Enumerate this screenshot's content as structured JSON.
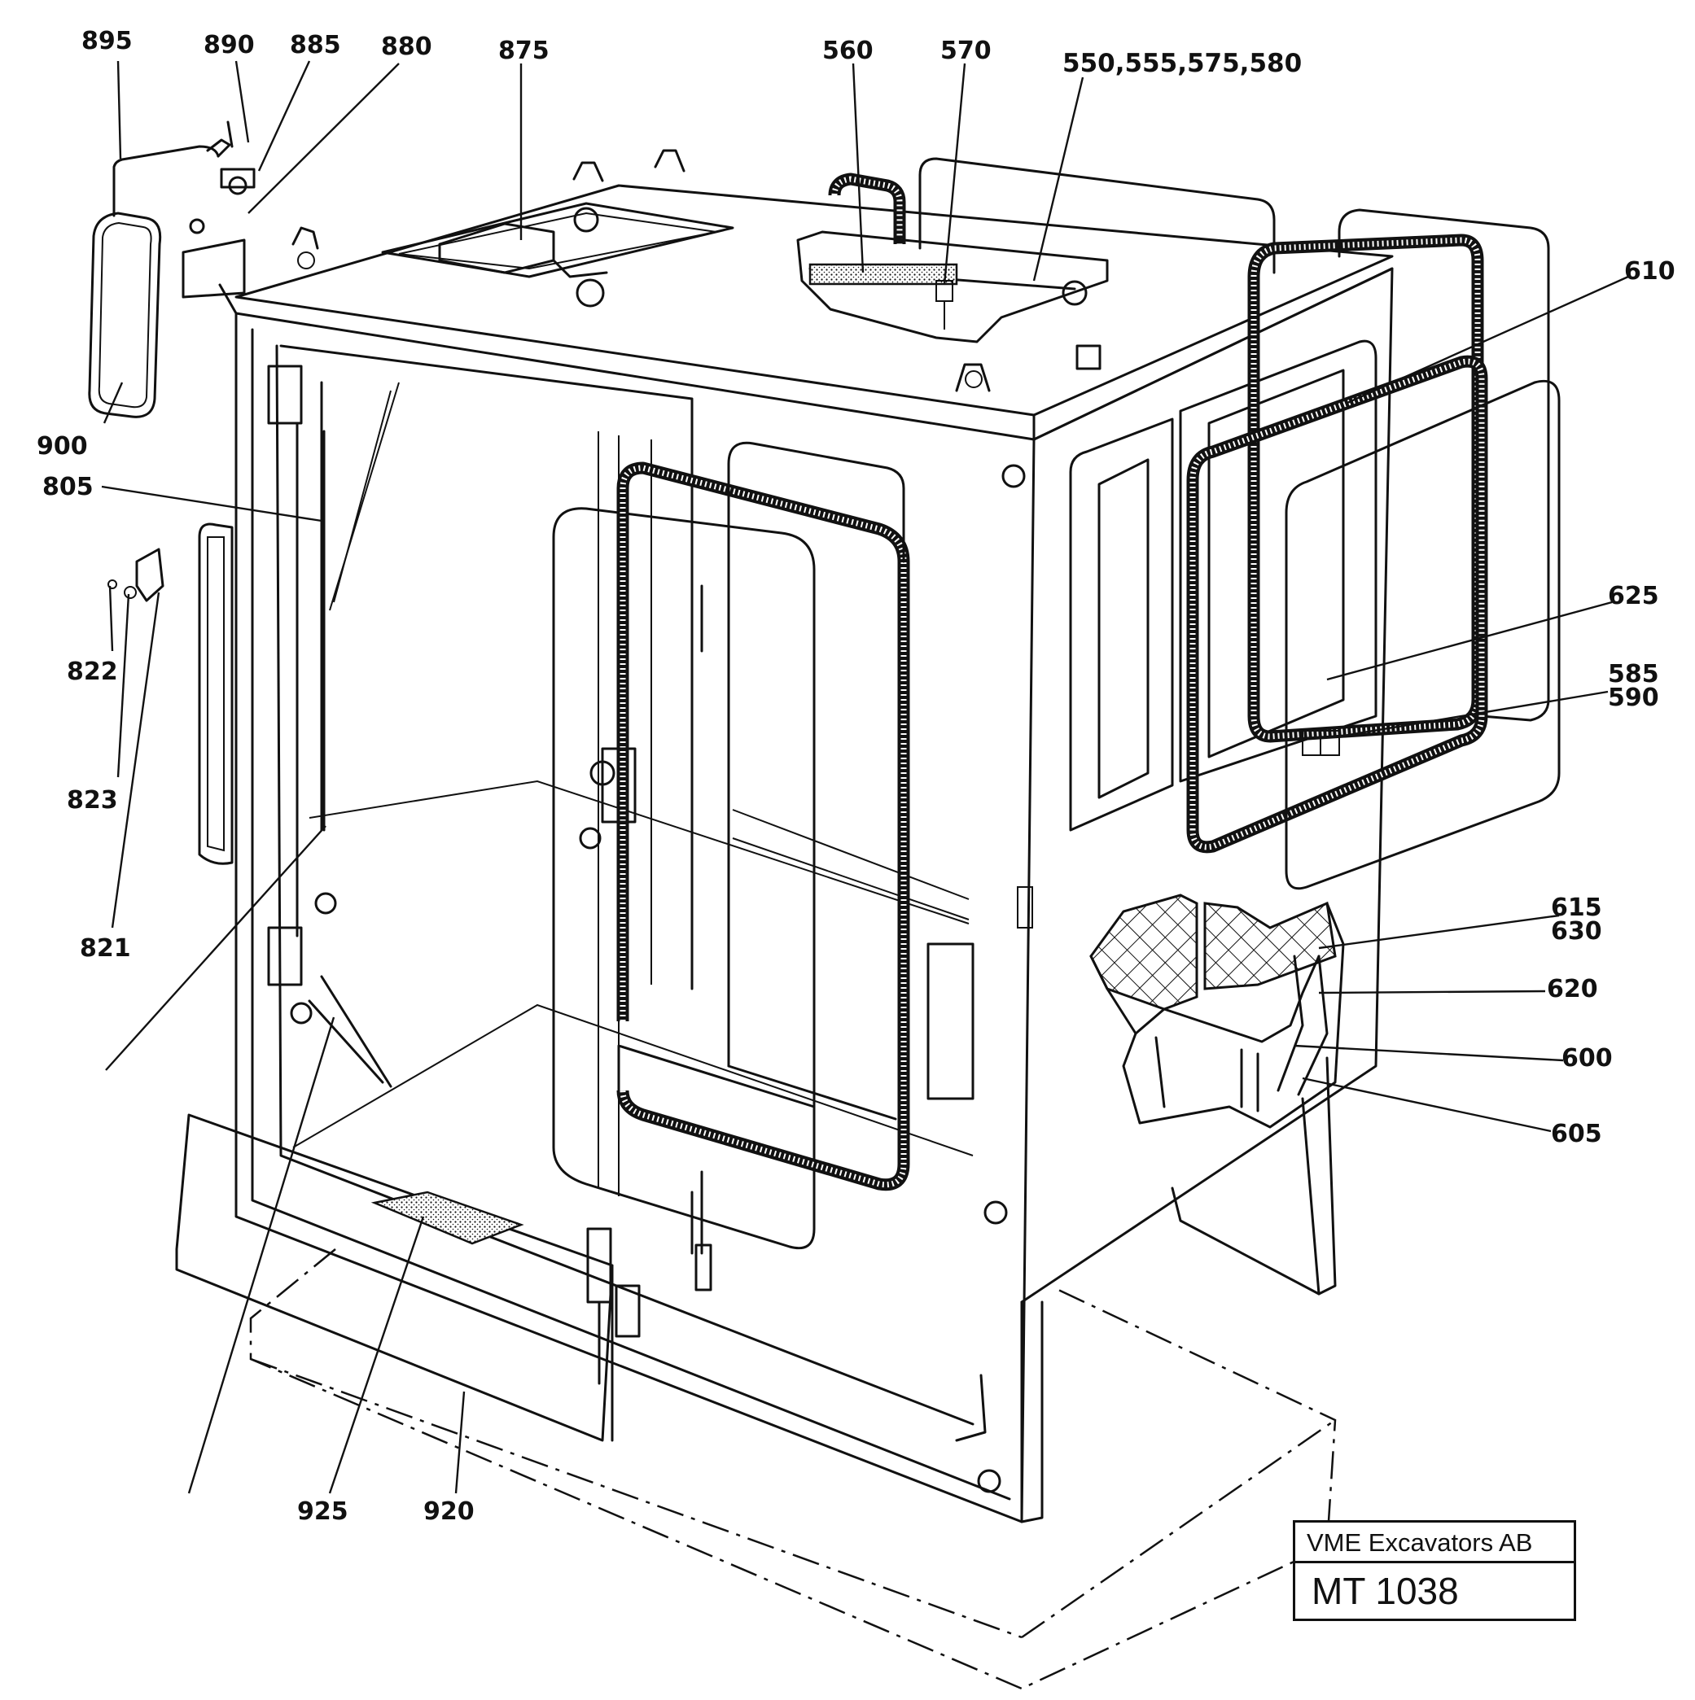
{
  "labels": {
    "l895": "895",
    "l890": "890",
    "l885": "885",
    "l880": "880",
    "l875": "875",
    "l560": "560",
    "l570": "570",
    "l550": "550,555,575,580",
    "l610": "610",
    "l625": "625",
    "l585": "585",
    "l590": "590",
    "l615": "615",
    "l630": "630",
    "l620": "620",
    "l600": "600",
    "l605": "605",
    "l900": "900",
    "l805": "805",
    "l822": "822",
    "l823": "823",
    "l821": "821",
    "l925": "925",
    "l920": "920"
  },
  "title_block": {
    "company": "VME Excavators AB",
    "drawing_number": "MT 1038"
  }
}
